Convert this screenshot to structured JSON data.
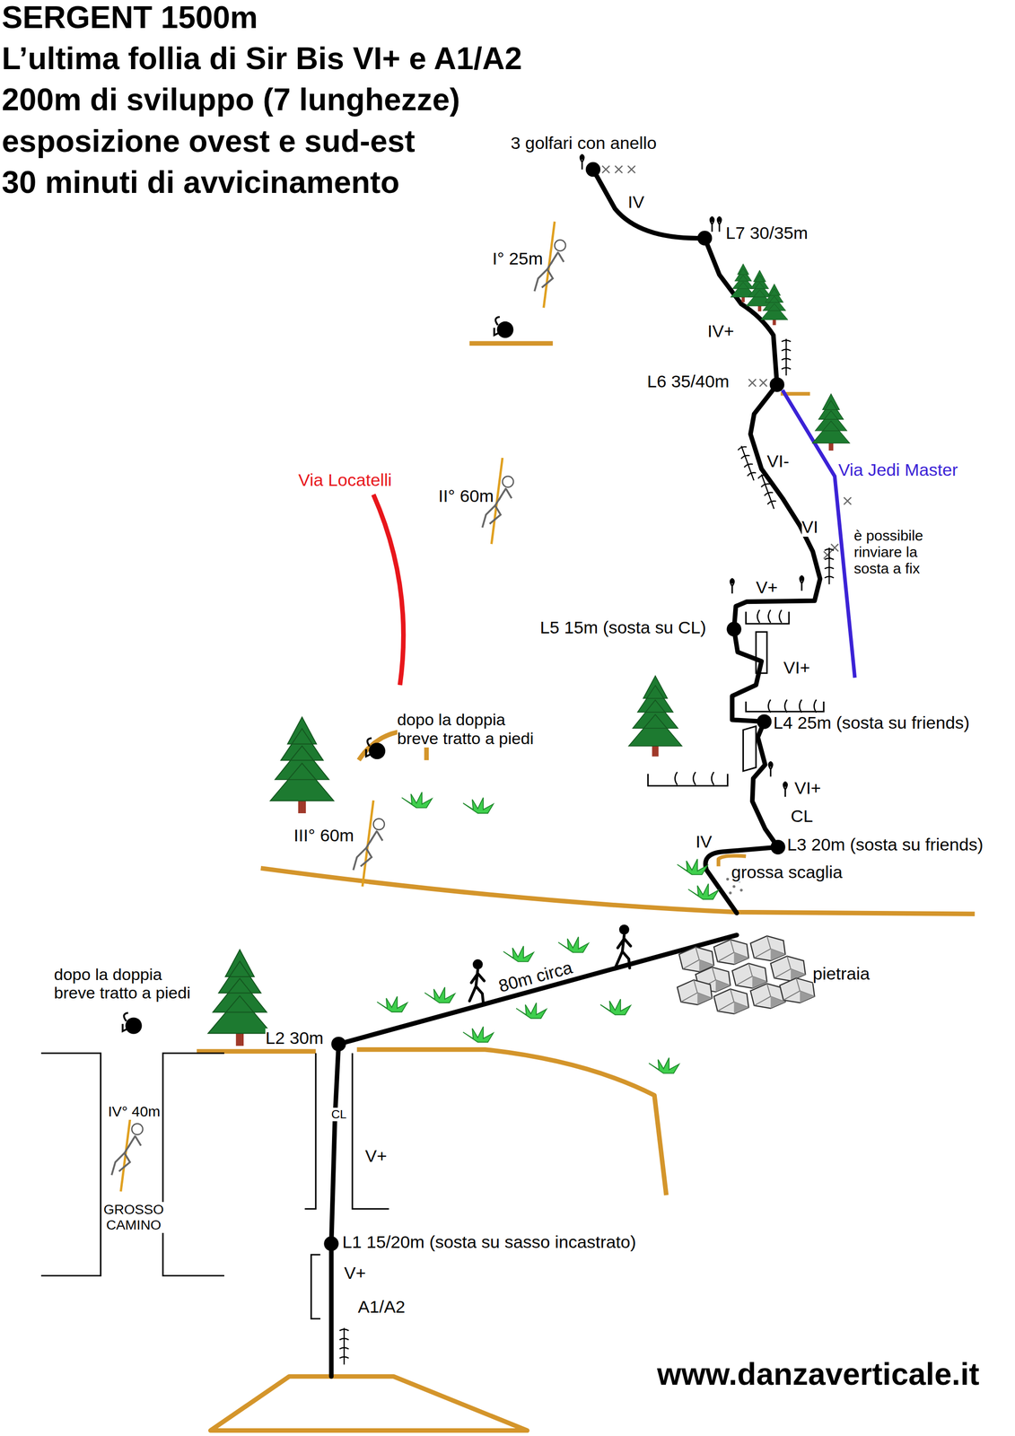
{
  "diagram": {
    "title": "SERGENT 1500m",
    "labels": [
      "L’ultima follia di Sir Bis VI+ e A1/A2",
      "200m di sviluppo (7 lunghezze)",
      "esposizione ovest e sud-est",
      "30 minuti di avvicinamento",
      "3 golfari con anello",
      "IV",
      "L7 30/35m",
      "I° 25m",
      "IV+",
      "L6 35/40m",
      "Via Locatelli",
      "II° 60m",
      "VI-",
      "Via Jedi Master",
      "VI",
      "è possibile rinviare la sosta a fix",
      "V+",
      "L5 15m (sosta su CL)",
      "VI+",
      "dopo la doppia breve tratto a piedi",
      "L4 25m (sosta su friends)",
      "VI+",
      "CL",
      "III° 60m",
      "IV",
      "L3 20m (sosta su friends)",
      "grossa scaglia",
      "80m circa",
      "pietraia",
      "dopo la doppia breve tratto a piedi",
      "L2 30m",
      "IV° 40m",
      "CL",
      "V+",
      "GROSSO CAMINO",
      "L1 15/20m (sosta su sasso incastrato)",
      "V+",
      "A1/A2",
      "www.danzaverticale.it"
    ]
  }
}
